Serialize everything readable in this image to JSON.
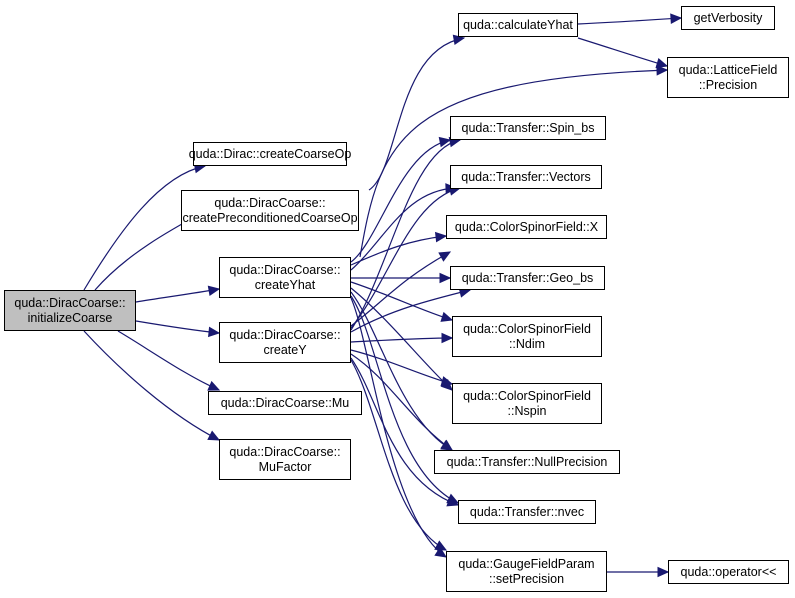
{
  "colors": {
    "edge": "#191970",
    "root_fill": "#bfbfbf",
    "node_fill": "#ffffff",
    "node_border": "#000000"
  },
  "nodes": {
    "initializeCoarse": [
      "quda::DiracCoarse::",
      "initializeCoarse"
    ],
    "createCoarseOp": [
      "quda::Dirac::createCoarseOp"
    ],
    "createPreconditionedCoarseOp": [
      "quda::DiracCoarse::",
      "createPreconditionedCoarseOp"
    ],
    "createYhat": [
      "quda::DiracCoarse::",
      "createYhat"
    ],
    "createY": [
      "quda::DiracCoarse::",
      "createY"
    ],
    "Mu": [
      "quda::DiracCoarse::Mu"
    ],
    "MuFactor": [
      "quda::DiracCoarse::",
      "MuFactor"
    ],
    "calculateYhat": [
      "quda::calculateYhat"
    ],
    "getVerbosity": [
      "getVerbosity"
    ],
    "LatticePrecision": [
      "quda::LatticeField",
      "::Precision"
    ],
    "Spin_bs": [
      "quda::Transfer::Spin_bs"
    ],
    "Vectors": [
      "quda::Transfer::Vectors"
    ],
    "CSF_X": [
      "quda::ColorSpinorField::X"
    ],
    "Geo_bs": [
      "quda::Transfer::Geo_bs"
    ],
    "CSF_Ndim": [
      "quda::ColorSpinorField",
      "::Ndim"
    ],
    "CSF_Nspin": [
      "quda::ColorSpinorField",
      "::Nspin"
    ],
    "NullPrecision": [
      "quda::Transfer::NullPrecision"
    ],
    "nvec": [
      "quda::Transfer::nvec"
    ],
    "setPrecision": [
      "quda::GaugeFieldParam",
      "::setPrecision"
    ],
    "operator": [
      "quda::operator<<"
    ]
  }
}
